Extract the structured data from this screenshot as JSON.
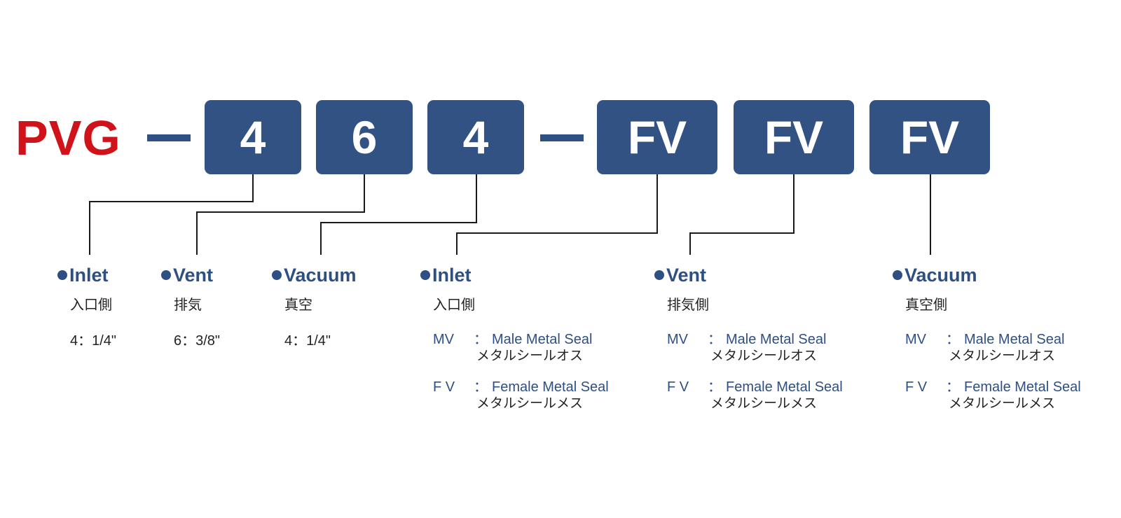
{
  "model": {
    "prefix": "PVG",
    "prefix_color": "#d0121b",
    "box_color": "#315283",
    "codes": [
      "4",
      "6",
      "4",
      "FV",
      "FV",
      "FV"
    ]
  },
  "fields": [
    {
      "title": "Inlet",
      "jp": "入口側",
      "size": "4：1/4\""
    },
    {
      "title": "Vent",
      "jp": "排気",
      "size": "6：3/8\""
    },
    {
      "title": "Vacuum",
      "jp": "真空",
      "size": "4：1/4\""
    },
    {
      "title": "Inlet",
      "jp": "入口側",
      "options": [
        {
          "code": "MV",
          "en": "Male Metal Seal",
          "jp": "メタルシールオス"
        },
        {
          "code": "F V",
          "en": "Female Metal Seal",
          "jp": "メタルシールメス"
        }
      ]
    },
    {
      "title": "Vent",
      "jp": "排気側",
      "options": [
        {
          "code": "MV",
          "en": "Male Metal Seal",
          "jp": "メタルシールオス"
        },
        {
          "code": "F V",
          "en": "Female Metal Seal",
          "jp": "メタルシールメス"
        }
      ]
    },
    {
      "title": "Vacuum",
      "jp": "真空側",
      "options": [
        {
          "code": "MV",
          "en": "Male Metal Seal",
          "jp": "メタルシールオス"
        },
        {
          "code": "F V",
          "en": "Female Metal Seal",
          "jp": "メタルシールメス"
        }
      ]
    }
  ],
  "option_separator": "："
}
